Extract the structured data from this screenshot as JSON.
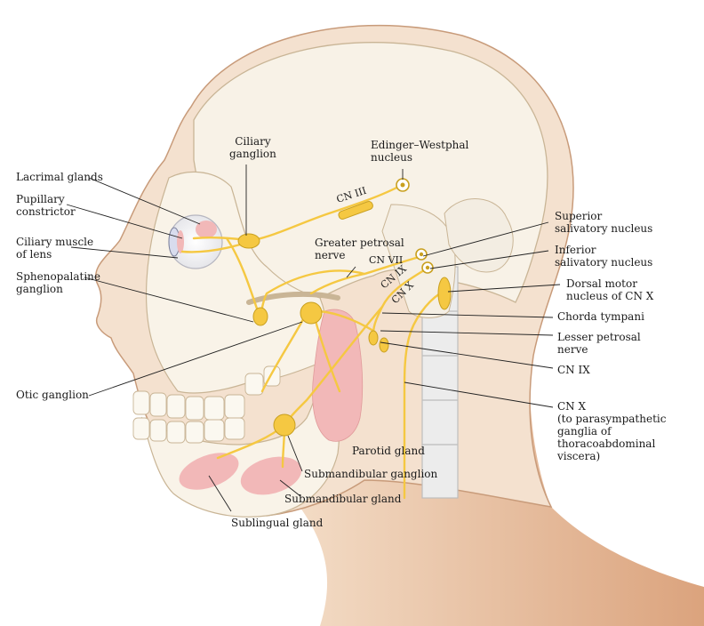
{
  "labels": {
    "ciliary_ganglion": [
      "Ciliary",
      "ganglion"
    ],
    "edinger_westphal": [
      "Edinger–Westphal",
      "nucleus"
    ],
    "lacrimal_glands": [
      "Lacrimal glands"
    ],
    "pupillary_constrictor": [
      "Pupillary",
      "constrictor"
    ],
    "ciliary_muscle": [
      "Ciliary muscle",
      "of lens"
    ],
    "sphenopalatine": [
      "Sphenopalatine",
      "ganglion"
    ],
    "otic_ganglion": [
      "Otic ganglion"
    ],
    "greater_petrosal": [
      "Greater petrosal",
      "nerve"
    ],
    "superior_salivatory": [
      "Superior",
      "salivatory nucleus"
    ],
    "inferior_salivatory": [
      "Inferior",
      "salivatory nucleus"
    ],
    "dorsal_motor": [
      "Dorsal motor",
      "nucleus of CN X"
    ],
    "chorda_tympani": [
      "Chorda tympani"
    ],
    "lesser_petrosal": [
      "Lesser petrosal",
      "nerve"
    ],
    "cn_ix_right": [
      "CN IX"
    ],
    "cn_x_right": [
      "CN X",
      "(to parasympathetic",
      "ganglia of",
      "thoracoabdominal",
      "viscera)"
    ],
    "parotid_gland": [
      "Parotid gland"
    ],
    "submandibular_ganglion": [
      "Submandibular ganglion"
    ],
    "submandibular_gland": [
      "Submandibular gland"
    ],
    "sublingual_gland": [
      "Sublingual gland"
    ]
  },
  "nerve_labels": {
    "cn_iii": "CN III",
    "cn_vii": "CN VII",
    "cn_ix": "CN IX",
    "cn_x": "CN X"
  },
  "colors": {
    "skin": "#f2ddc9",
    "skin_shadow": "#d9a57e",
    "skull": "#f7f1e6",
    "bone_line": "#c8b89a",
    "nerve": "#f5c842",
    "nerve_dark": "#c9a020",
    "gland": "#f2b8b8",
    "leader": "#222222"
  }
}
